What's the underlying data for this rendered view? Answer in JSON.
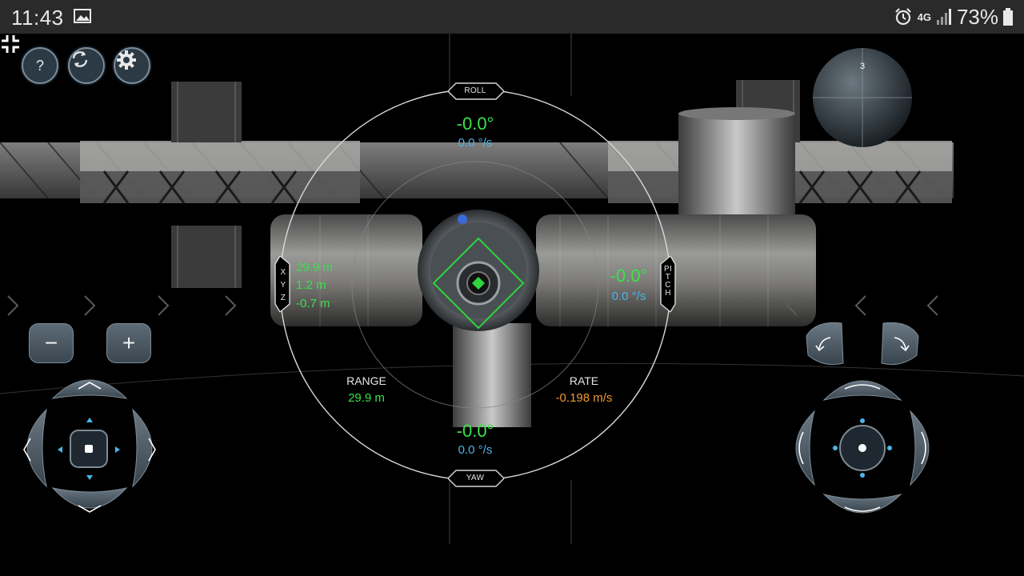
{
  "status_bar": {
    "time": "11:43",
    "network": "4G",
    "battery": "73%",
    "icons": [
      "gallery-icon",
      "alarm-icon",
      "signal-icon",
      "battery-icon"
    ]
  },
  "toolbar": {
    "help_label": "?",
    "icons": [
      "help-icon",
      "refresh-icon",
      "gear-icon"
    ]
  },
  "hud": {
    "roll": {
      "label": "ROLL",
      "angle": "-0.0°",
      "rate": "0.0 °/s"
    },
    "yaw": {
      "label": "YAW",
      "angle": "-0.0°",
      "rate": "0.0 °/s"
    },
    "pitch": {
      "label": "PITCH",
      "angle": "-0.0°",
      "rate": "0.0 °/s"
    },
    "xyz": {
      "axes": [
        "X",
        "Y",
        "Z"
      ],
      "values": [
        "29.9 m",
        "1.2 m",
        "-0.7 m"
      ]
    },
    "range": {
      "label": "RANGE",
      "value": "29.9 m"
    },
    "rate": {
      "label": "RATE",
      "value": "-0.198 m/s"
    }
  },
  "controls": {
    "zoom_out_label": "−",
    "zoom_in_label": "+"
  },
  "colors": {
    "green": "#39e24a",
    "blue": "#48b6ea",
    "orange": "#ef9a30",
    "button_bg": "#2b3a45"
  }
}
